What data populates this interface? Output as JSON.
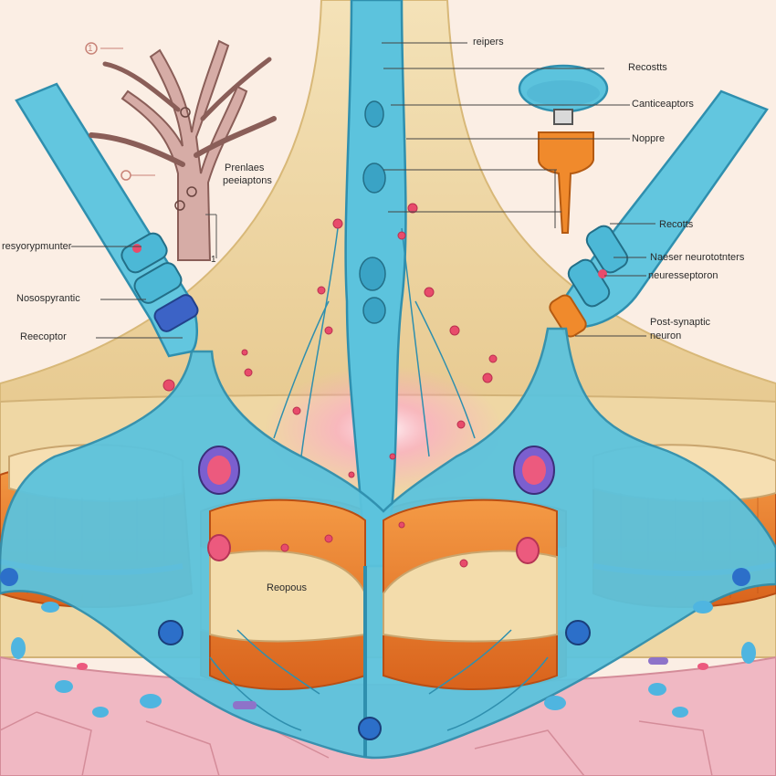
{
  "labels": {
    "top_center": "reipers",
    "top_right_1": "Recostts",
    "top_right_2": "Canticeaptors",
    "top_right_3": "Noppre",
    "tree_line1": "Prenlaes",
    "tree_line2": "peeiaptons",
    "tree_marker_top": "1",
    "tree_marker_bottom": "1",
    "left_1": "resyorypmunter",
    "left_2": "Nosospyrantic",
    "left_3": "Reecoptor",
    "right_1": "Recotts",
    "right_2a": "Naeser neurototnters",
    "right_2b": "neuresseptoron",
    "right_3a": "Post-synaptic",
    "right_3b": "neuron",
    "cleft": "Reopous"
  },
  "colors": {
    "background": "#fbeee4",
    "neuron_blue": "#5cc3dd",
    "neuron_outline": "#2f8fae",
    "tissue_tan": "#f1dcae",
    "muscle_orange": "#ee7a28",
    "skin_pink": "#f0b8c3",
    "vesicle_red": "#e84b6b",
    "receptor_orange": "#f08a2c",
    "dendrite_pink": "#cfa7a3"
  },
  "icons": [
    "dendrite-tree-icon",
    "receptor-cap-icon",
    "orange-receptor-stem-icon"
  ]
}
